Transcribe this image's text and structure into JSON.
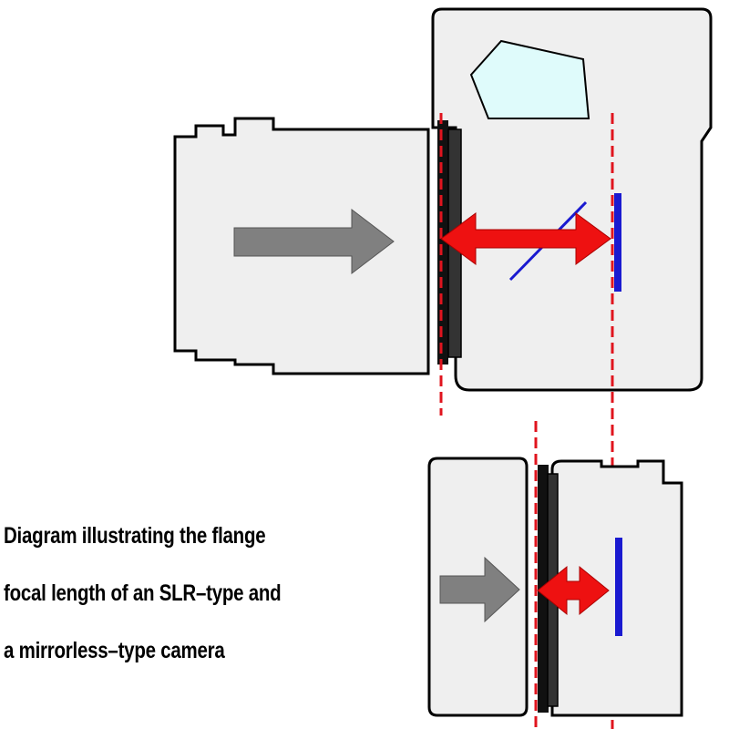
{
  "caption": {
    "lines": [
      "Diagram illustrating the flange",
      "focal length of an SLR–type and",
      "a mirrorless–type camera"
    ]
  },
  "colors": {
    "body_fill": "#efefef",
    "outline": "#000000",
    "flange_line": "#e0141e",
    "arrow_red": "#ee1111",
    "sensor": "#1a1ad0",
    "light_arrow": "#808080",
    "viewfinder": "#dffbfb"
  }
}
